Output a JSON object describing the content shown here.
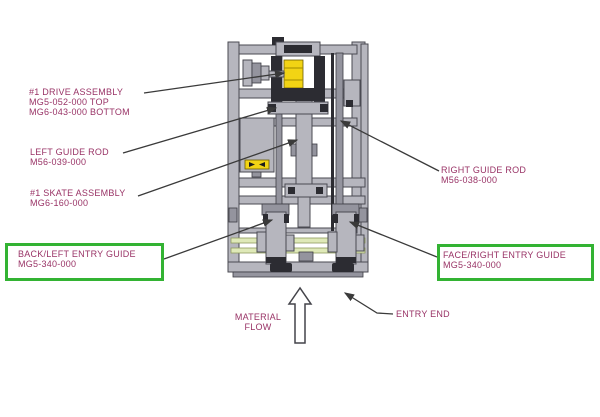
{
  "colors": {
    "label_text": "#993366",
    "highlight_green": "#33b333",
    "machine_yellow": "#f2d414",
    "rod_green": "#dfe9b8",
    "leader_line": "#3a3a3a"
  },
  "callouts": {
    "drive_assembly": {
      "lines": [
        "#1 DRIVE ASSEMBLY",
        "MG5-052-000 TOP",
        "MG6-043-000 BOTTOM"
      ]
    },
    "left_guide_rod": {
      "lines": [
        "LEFT GUIDE ROD",
        "M56-039-000"
      ]
    },
    "skate_assembly": {
      "lines": [
        "#1 SKATE ASSEMBLY",
        "MG6-160-000"
      ]
    },
    "back_left_entry_guide": {
      "lines": [
        "BACK/LEFT ENTRY GUIDE",
        "MG5-340-000"
      ],
      "highlighted": true
    },
    "right_guide_rod": {
      "lines": [
        "RIGHT GUIDE ROD",
        "M56-038-000"
      ]
    },
    "face_right_entry_guide": {
      "lines": [
        "FACE/RIGHT ENTRY GUIDE",
        "MG5-340-000"
      ],
      "highlighted": true
    },
    "material_flow": {
      "lines": [
        "MATERIAL",
        "FLOW"
      ]
    },
    "entry_end": {
      "lines": [
        "ENTRY END"
      ]
    }
  }
}
